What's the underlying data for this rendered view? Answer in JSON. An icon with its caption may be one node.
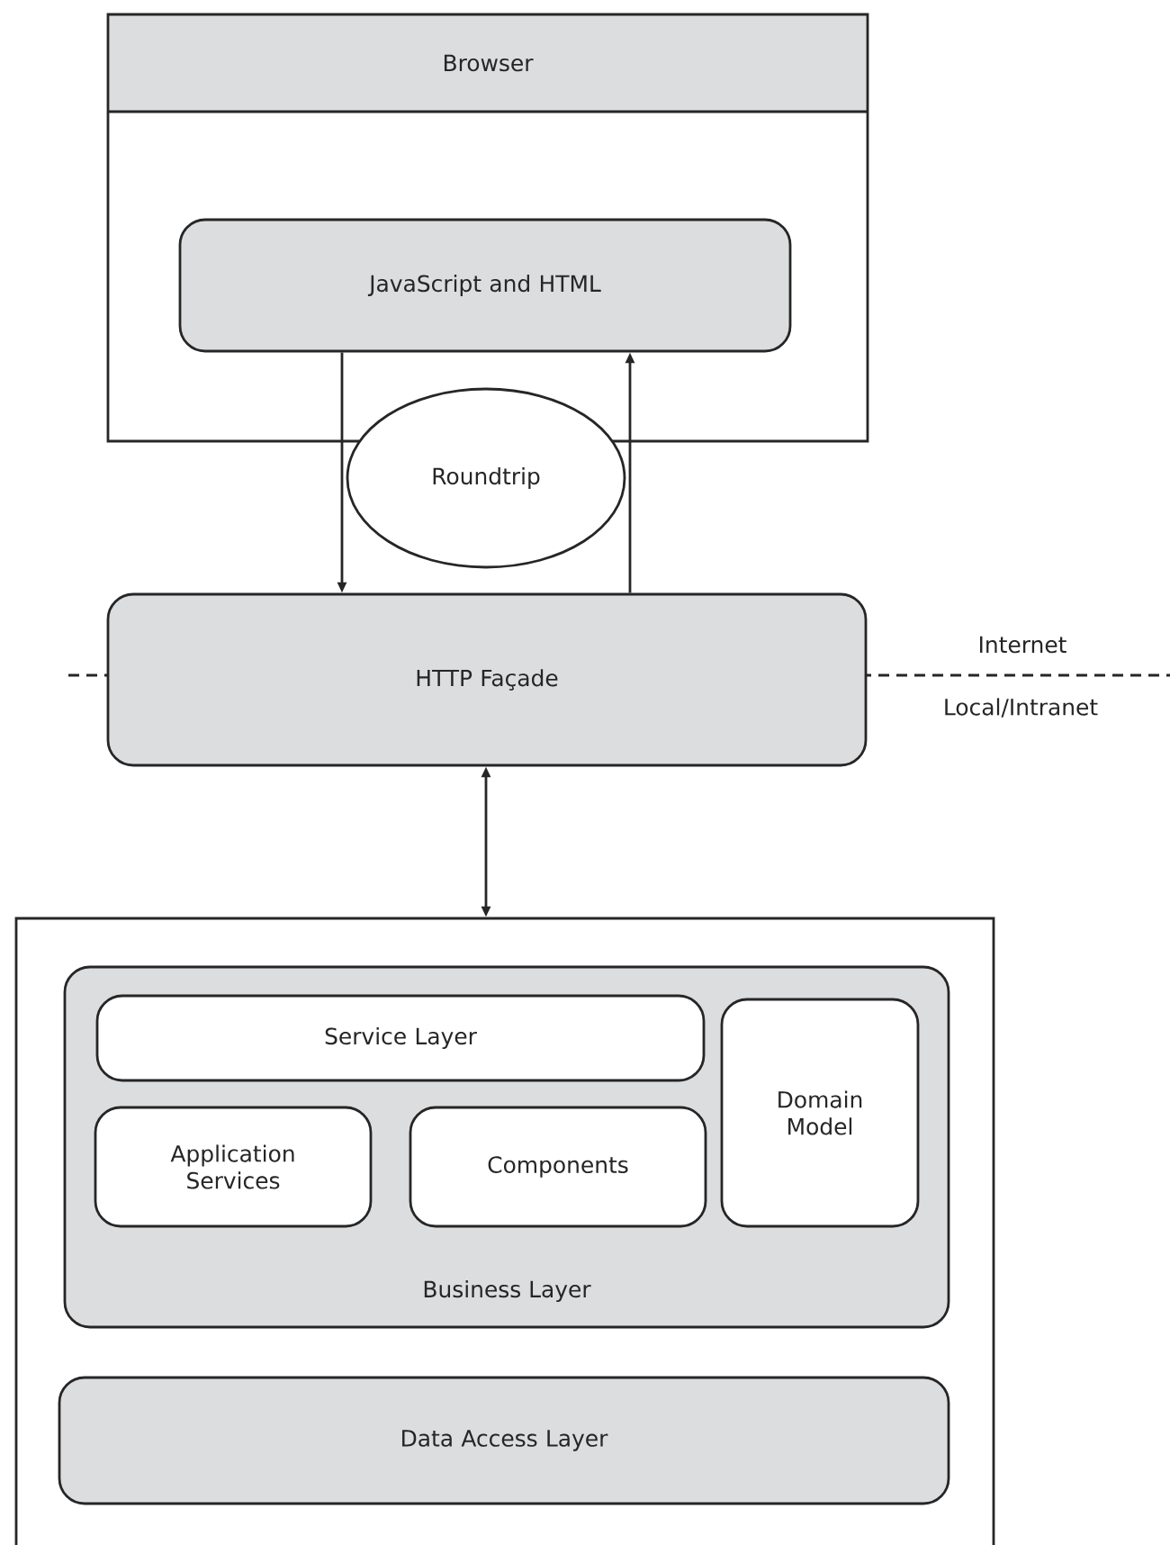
{
  "diagram": {
    "nodes": [
      {
        "text": [
          "Browser"
        ]
      },
      {
        "text": [
          "JavaScript and HTML"
        ],
        "in": 0
      },
      {
        "text": [
          "Roundtrip"
        ]
      },
      {
        "text": [
          "HTTP Façade"
        ]
      },
      {
        "text": [],
        "shape": "box"
      },
      {
        "text": [
          "Business Layer"
        ],
        "in": 4
      },
      {
        "text": [
          "Service Layer"
        ],
        "in": 5
      },
      {
        "text": [
          "Application Services"
        ],
        "in": 5
      },
      {
        "text": [
          "Components"
        ],
        "in": 5
      },
      {
        "text": [
          "Domain Model"
        ],
        "in": 5
      },
      {
        "text": [
          "Data Access Layer"
        ],
        "in": 4
      }
    ],
    "edges": [
      {
        "from": 1,
        "to": 3,
        "arrow": "to"
      },
      {
        "from": 3,
        "to": 1,
        "arrow": "to"
      },
      {
        "from": 3,
        "to": 4,
        "arrow": "both"
      }
    ],
    "labels": [
      "Internet",
      "Local/Intranet"
    ]
  }
}
